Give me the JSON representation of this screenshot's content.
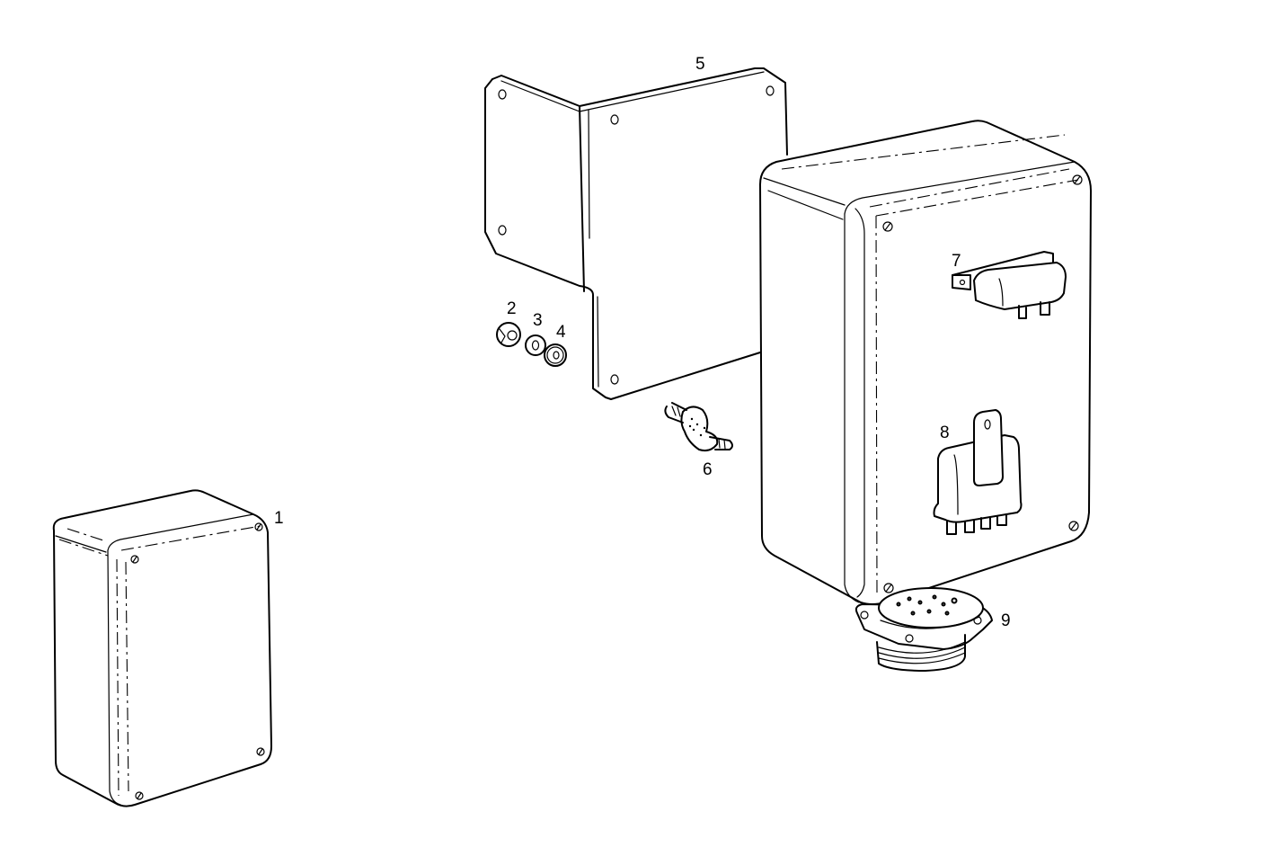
{
  "diagram": {
    "type": "exploded-parts-view",
    "background": "#ffffff",
    "line_color": "#000000",
    "parts": [
      {
        "id": "1",
        "label": "1",
        "name": "Control box housing (separate view)"
      },
      {
        "id": "2",
        "label": "2",
        "name": "Nut"
      },
      {
        "id": "3",
        "label": "3",
        "name": "Spring washer"
      },
      {
        "id": "4",
        "label": "4",
        "name": "Flat washer"
      },
      {
        "id": "5",
        "label": "5",
        "name": "Angle mounting bracket"
      },
      {
        "id": "6",
        "label": "6",
        "name": "Rubber-metal mount (threaded stud)"
      },
      {
        "id": "7",
        "label": "7",
        "name": "Relay"
      },
      {
        "id": "8",
        "label": "8",
        "name": "Relay / plug-in module"
      },
      {
        "id": "9",
        "label": "9",
        "name": "Multi-pin flange connector"
      }
    ]
  },
  "callouts": {
    "c1": "1",
    "c2": "2",
    "c3": "3",
    "c4": "4",
    "c5": "5",
    "c6": "6",
    "c7": "7",
    "c8": "8",
    "c9": "9"
  }
}
